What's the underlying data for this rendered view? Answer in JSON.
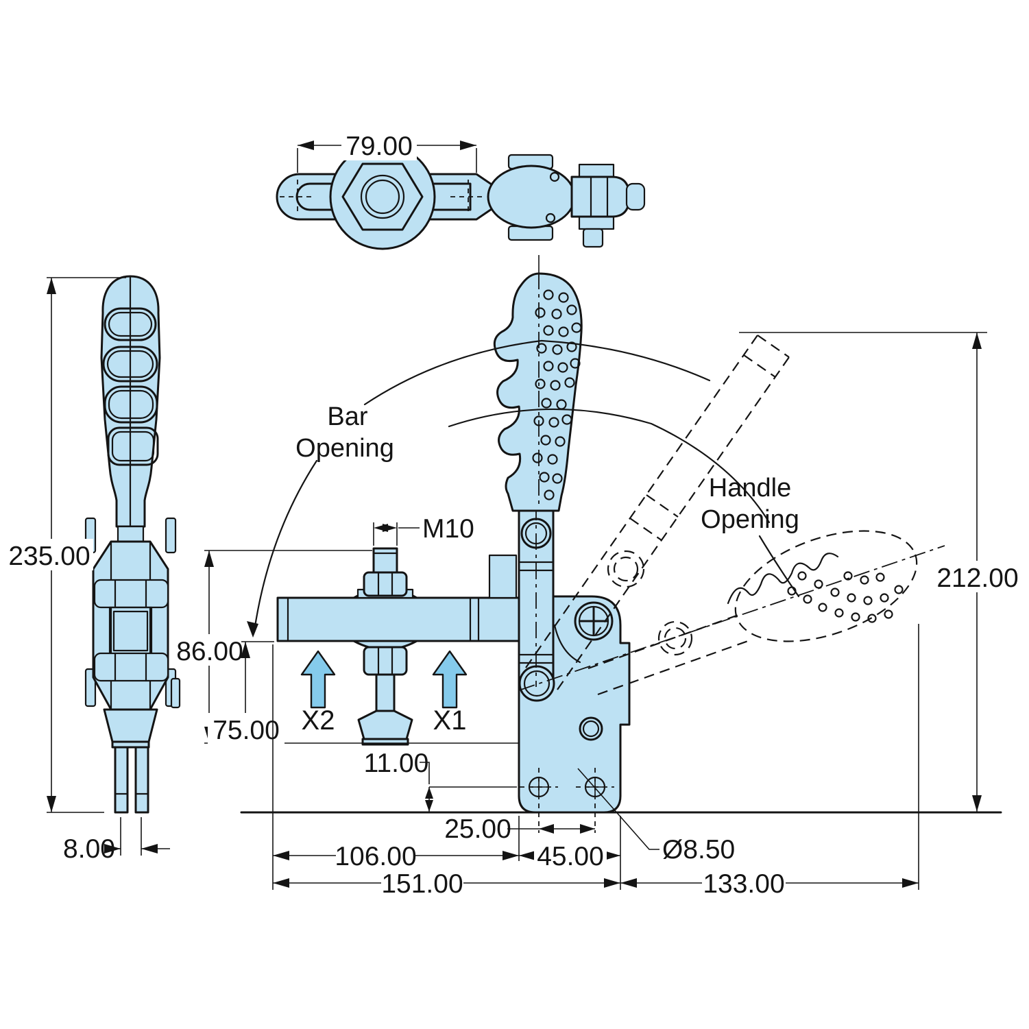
{
  "title": "Vertical toggle clamp dimensioned drawing",
  "colors": {
    "part_fill": "#bde1f3",
    "force_arrow_fill": "#85cbec",
    "line": "#141414",
    "background": "#ffffff"
  },
  "views": {
    "top_view": "top view",
    "side_view": "left side view",
    "front_view": "front view with open positions"
  },
  "dims": {
    "bar_span": "79.00",
    "overall_height": "235.00",
    "fork_gap": "8.00",
    "thread": "M10",
    "bar_height": "86.00",
    "clamp_height": "75.00",
    "hole_offset": "11.00",
    "hole_pitch": "25.00",
    "bar_reach": "106.00",
    "base_width": "45.00",
    "overall_length": "151.00",
    "handle_reach": "133.00",
    "open_height": "212.00",
    "hole_dia": "Ø8.50"
  },
  "labels": {
    "bar_opening": {
      "line1": "Bar",
      "line2": "Opening"
    },
    "handle_opening": {
      "line1": "Handle",
      "line2": "Opening"
    },
    "x1": "X1",
    "x2": "X2"
  }
}
